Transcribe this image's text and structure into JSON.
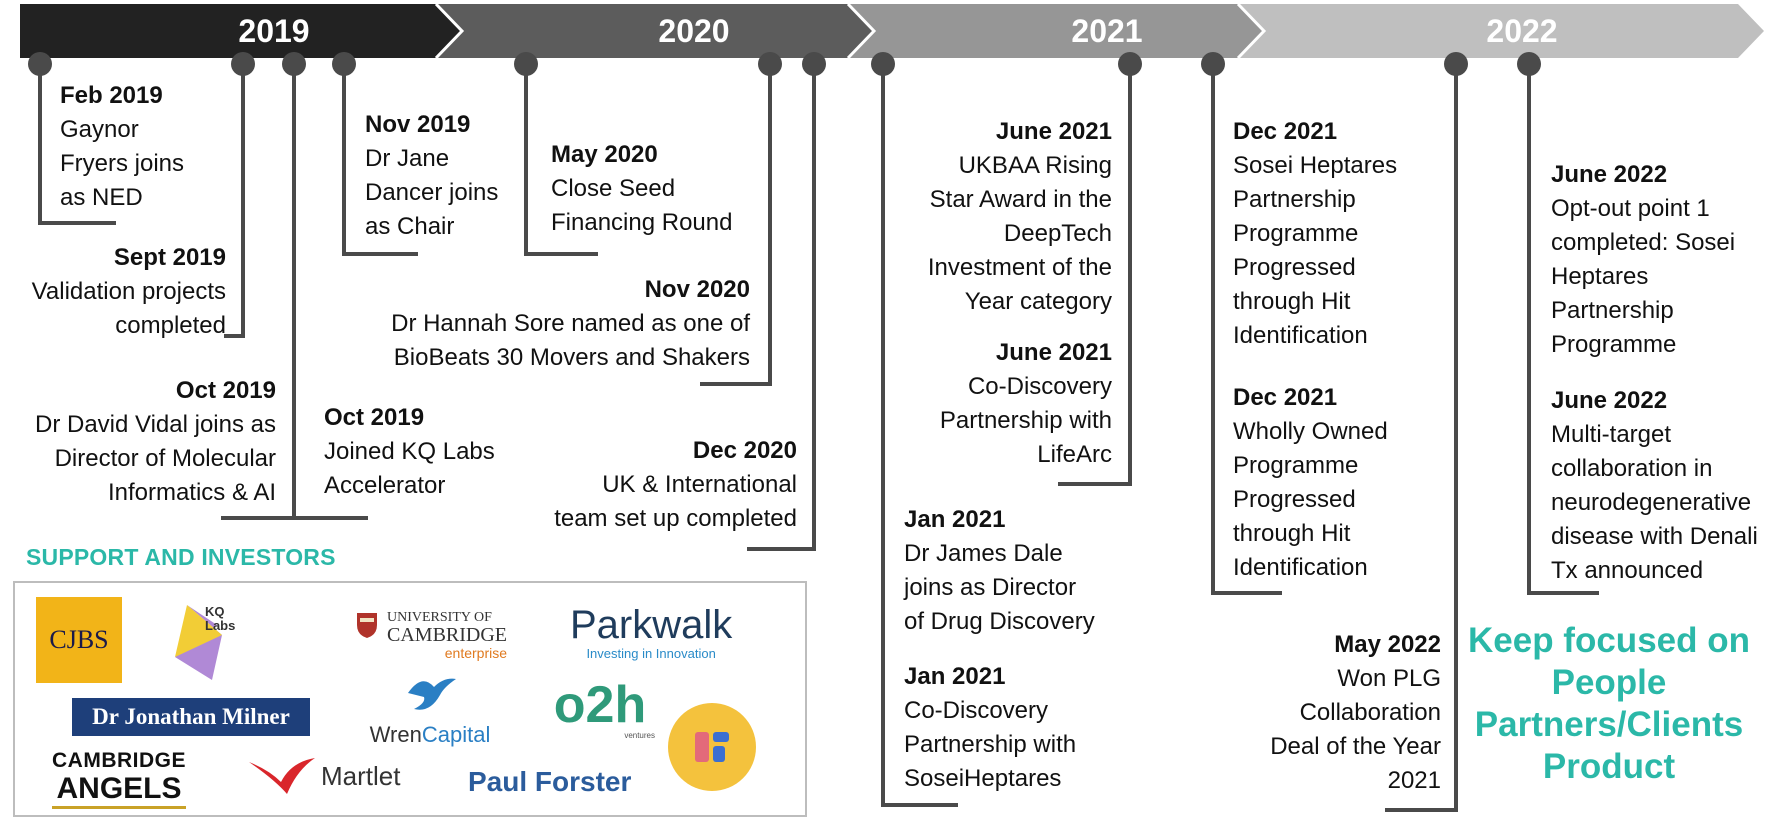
{
  "timeline": {
    "years": [
      "2019",
      "2020",
      "2021",
      "2022"
    ],
    "colors": [
      "#222222",
      "#5c5c5c",
      "#969696",
      "#bfbfbf"
    ]
  },
  "events": {
    "feb2019": {
      "date": "Feb 2019",
      "body": "Gaynor\nFryers joins\nas NED"
    },
    "sept2019": {
      "date": "Sept 2019",
      "body": "Validation projects\ncompleted"
    },
    "oct2019a": {
      "date": "Oct 2019",
      "body": "Dr David Vidal joins as\nDirector of Molecular\nInformatics & AI"
    },
    "oct2019b": {
      "date": "Oct 2019",
      "body": "Joined KQ Labs\nAccelerator"
    },
    "nov2019": {
      "date": "Nov 2019",
      "body": "Dr Jane\nDancer joins\nas Chair"
    },
    "may2020": {
      "date": "May 2020",
      "body": "Close Seed\nFinancing Round"
    },
    "nov2020": {
      "date": "Nov 2020",
      "body": "Dr Hannah Sore named as one of\nBioBeats 30 Movers and Shakers"
    },
    "dec2020": {
      "date": "Dec 2020",
      "body": "UK & International\nteam set up completed"
    },
    "jun2021a": {
      "date": "June 2021",
      "body": "UKBAA Rising\nStar Award in the\nDeepTech\nInvestment of the\nYear category"
    },
    "jun2021b": {
      "date": "June 2021",
      "body": "Co-Discovery\nPartnership with\nLifeArc"
    },
    "jan2021a": {
      "date": "Jan 2021",
      "body": "Dr James Dale\njoins as Director\nof Drug Discovery"
    },
    "jan2021b": {
      "date": "Jan 2021",
      "body": "Co-Discovery\nPartnership with\nSoseiHeptares"
    },
    "dec2021a": {
      "date": "Dec 2021",
      "body": "Sosei Heptares\nPartnership\nProgramme\nProgressed\nthrough Hit\nIdentification"
    },
    "dec2021b": {
      "date": "Dec 2021",
      "body": "Wholly Owned\nProgramme\nProgressed\nthrough Hit\nIdentification"
    },
    "may2022": {
      "date": "May 2022",
      "body": "Won PLG\nCollaboration\nDeal of the Year\n2021"
    },
    "jun2022a": {
      "date": "June 2022",
      "body": "Opt-out point 1\ncompleted: Sosei\nHeptares\nPartnership\nProgramme"
    },
    "jun2022b": {
      "date": "June 2022",
      "body": "Multi-target\ncollaboration in\nneurodegenerative\ndisease with Denali\nTx announced"
    }
  },
  "support": {
    "title": "SUPPORT AND INVESTORS",
    "logos": {
      "cjbs": "CJBS",
      "kq_1": "KQ",
      "kq_2": "Labs",
      "ucam_1": "UNIVERSITY OF",
      "ucam_2": "CAMBRIDGE",
      "ucam_3": "enterprise",
      "parkwalk_1": "Parkwalk",
      "parkwalk_2": "Investing in Innovation",
      "milner": "Dr Jonathan Milner",
      "wren_1": "Wren",
      "wren_2": "Capital",
      "o2h_1": "o2h",
      "o2h_2": "ventures",
      "angels_1": "CAMBRIDGE",
      "angels_2": "ANGELS",
      "martlet": "Martlet",
      "forster": "Paul Forster"
    }
  },
  "focus": {
    "title": "Keep focused on",
    "items": [
      "People",
      "Partners/Clients",
      "Product"
    ]
  }
}
